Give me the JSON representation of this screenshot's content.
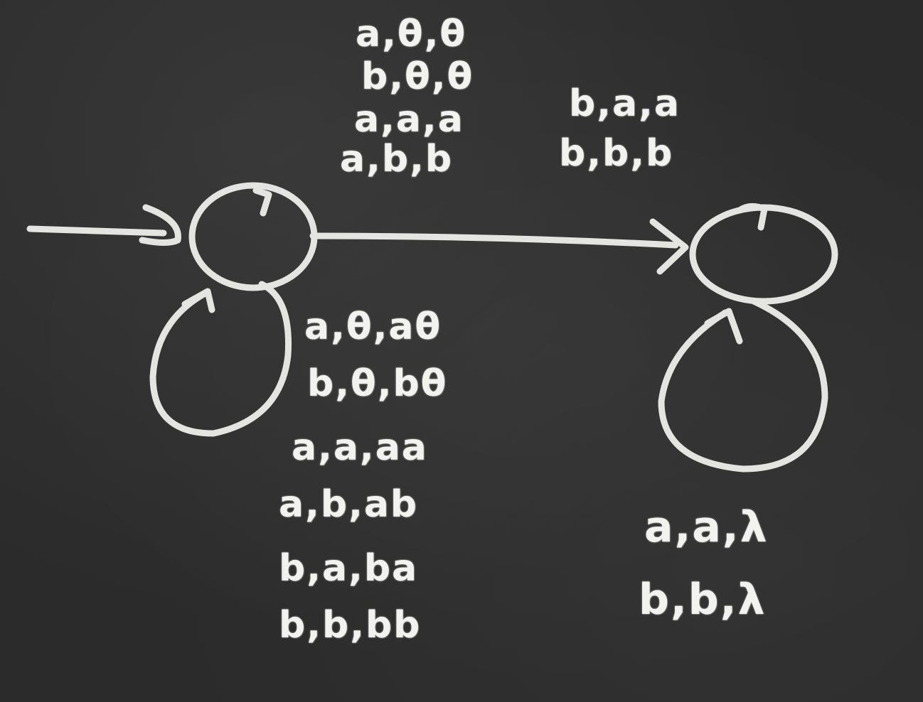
{
  "diagram": {
    "states": [
      {
        "id": "q0",
        "initial": true
      },
      {
        "id": "q1",
        "accepting": true
      }
    ],
    "transitions": {
      "q0_to_q1": [
        "a,θ,θ",
        "b,θ,θ",
        "a,a,a",
        "a,b,b"
      ],
      "q0_to_q1_extra": [
        "b,a,a",
        "b,b,b"
      ],
      "q0_loop": [
        "a,θ,aθ",
        "b,θ,bθ",
        "a,a,aa",
        "a,b,ab",
        "b,a,ba",
        "b,b,bb"
      ],
      "q1_loop": [
        "a,a,λ",
        "b,b,λ"
      ]
    },
    "colors": {
      "board": "#2b2b2b",
      "chalk": "#f2f2ee"
    }
  }
}
